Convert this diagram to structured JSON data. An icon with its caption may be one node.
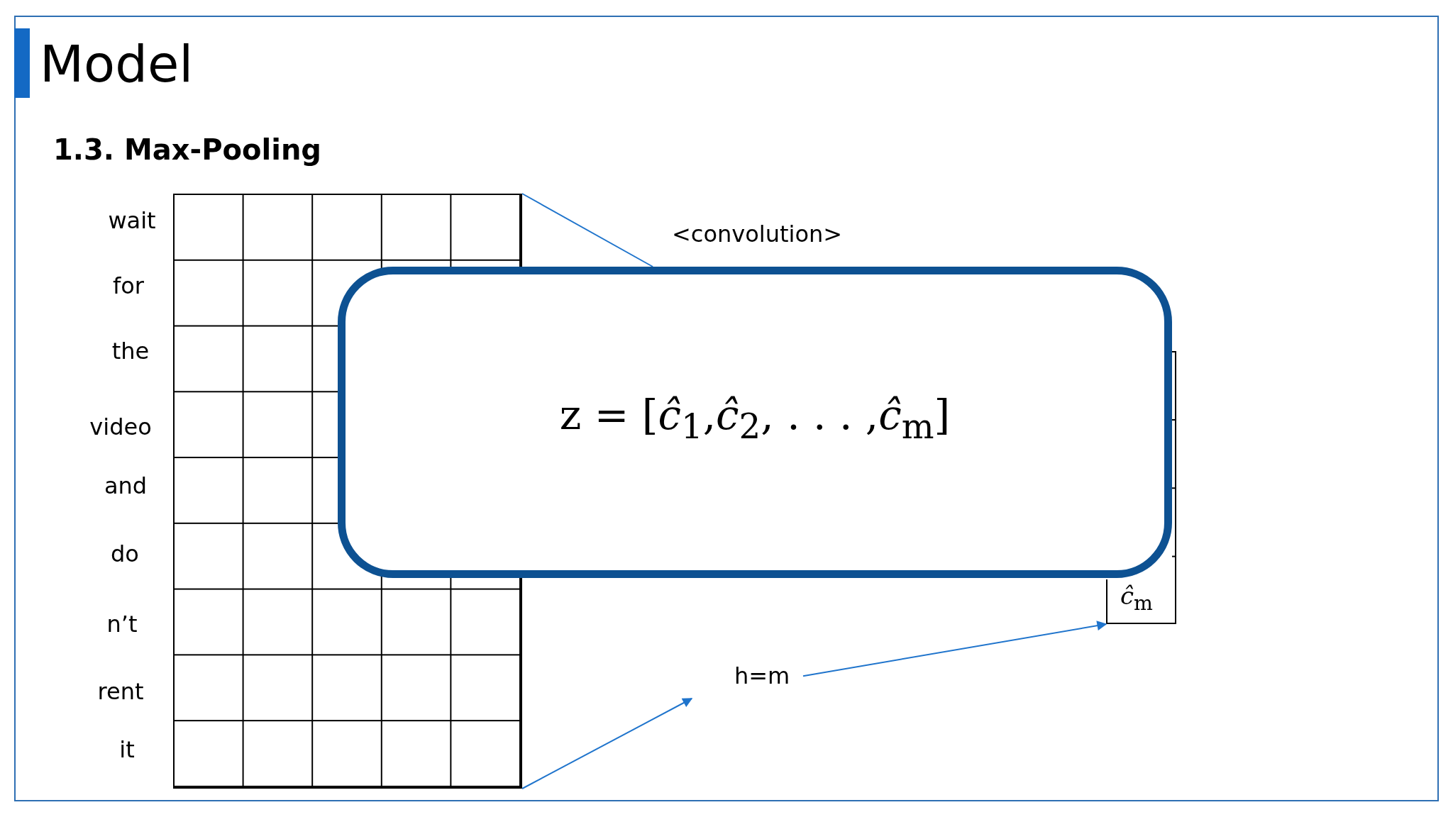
{
  "diagram": {
    "title": "Model",
    "nodes": [
      {
        "text": [],
        "shape": "box",
        "beside": [
          "wait",
          "for",
          "the",
          "video",
          "and",
          "do",
          "n’t",
          "rent",
          "it"
        ]
      },
      {
        "text": [
          "z = [*ĉ*$_{1}$,*ĉ*$_{2}$, . . . ,*ĉ*$_{m}$]"
        ]
      },
      {
        "text": [
          "*ĉ*$_{m}$"
        ]
      },
      {
        "text": [
          "h=m"
        ]
      }
    ],
    "edges": [
      {
        "from": 0,
        "to": 3,
        "arrow": "to"
      },
      {
        "from": 3,
        "to": 2,
        "arrow": "to"
      },
      {
        "from": 0,
        "to": 1,
        "arrow": "none"
      }
    ],
    "labels": [
      "1.3. Max-Pooling",
      "<convolution>"
    ]
  }
}
